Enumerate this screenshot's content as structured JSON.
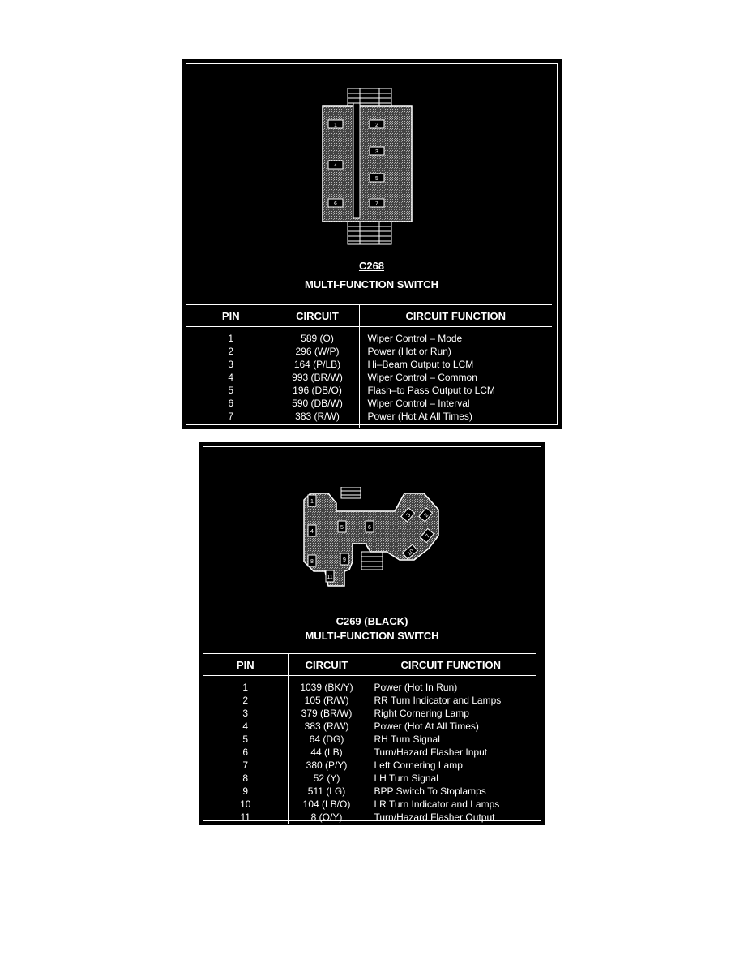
{
  "connectors": [
    {
      "id": "C268",
      "suffix": "",
      "name": "MULTI-FUNCTION SWITCH",
      "pin_labels": [
        "1",
        "2",
        "3",
        "4",
        "5",
        "6",
        "7"
      ],
      "headers": [
        "PIN",
        "CIRCUIT",
        "CIRCUIT FUNCTION"
      ],
      "rows": [
        {
          "pin": "1",
          "circuit": "589 (O)",
          "function": "Wiper Control – Mode"
        },
        {
          "pin": "2",
          "circuit": "296 (W/P)",
          "function": "Power (Hot or Run)"
        },
        {
          "pin": "3",
          "circuit": "164 (P/LB)",
          "function": "Hi–Beam Output to LCM"
        },
        {
          "pin": "4",
          "circuit": "993 (BR/W)",
          "function": "Wiper Control – Common"
        },
        {
          "pin": "5",
          "circuit": "196 (DB/O)",
          "function": "Flash–to Pass Output to LCM"
        },
        {
          "pin": "6",
          "circuit": "590 (DB/W)",
          "function": "Wiper Control – Interval"
        },
        {
          "pin": "7",
          "circuit": "383 (R/W)",
          "function": "Power (Hot At All Times)"
        }
      ]
    },
    {
      "id": "C269",
      "suffix": " (BLACK)",
      "name": "MULTI-FUNCTION SWITCH",
      "pin_labels": [
        "1",
        "2",
        "3",
        "4",
        "5",
        "6",
        "7",
        "8",
        "9",
        "10",
        "11"
      ],
      "headers": [
        "PIN",
        "CIRCUIT",
        "CIRCUIT FUNCTION"
      ],
      "rows": [
        {
          "pin": "1",
          "circuit": "1039 (BK/Y)",
          "function": "Power (Hot In Run)"
        },
        {
          "pin": "2",
          "circuit": "105 (R/W)",
          "function": "RR Turn Indicator and Lamps"
        },
        {
          "pin": "3",
          "circuit": "379 (BR/W)",
          "function": "Right Cornering Lamp"
        },
        {
          "pin": "4",
          "circuit": "383 (R/W)",
          "function": "Power (Hot At All Times)"
        },
        {
          "pin": "5",
          "circuit": "64 (DG)",
          "function": "RH Turn Signal"
        },
        {
          "pin": "6",
          "circuit": "44 (LB)",
          "function": "Turn/Hazard Flasher Input"
        },
        {
          "pin": "7",
          "circuit": "380 (P/Y)",
          "function": "Left Cornering Lamp"
        },
        {
          "pin": "8",
          "circuit": "52 (Y)",
          "function": "LH Turn Signal"
        },
        {
          "pin": "9",
          "circuit": "511 (LG)",
          "function": "BPP Switch To Stoplamps"
        },
        {
          "pin": "10",
          "circuit": "104 (LB/O)",
          "function": "LR Turn Indicator and Lamps"
        },
        {
          "pin": "11",
          "circuit": "8 (O/Y)",
          "function": "Turn/Hazard Flasher Output"
        }
      ]
    }
  ]
}
